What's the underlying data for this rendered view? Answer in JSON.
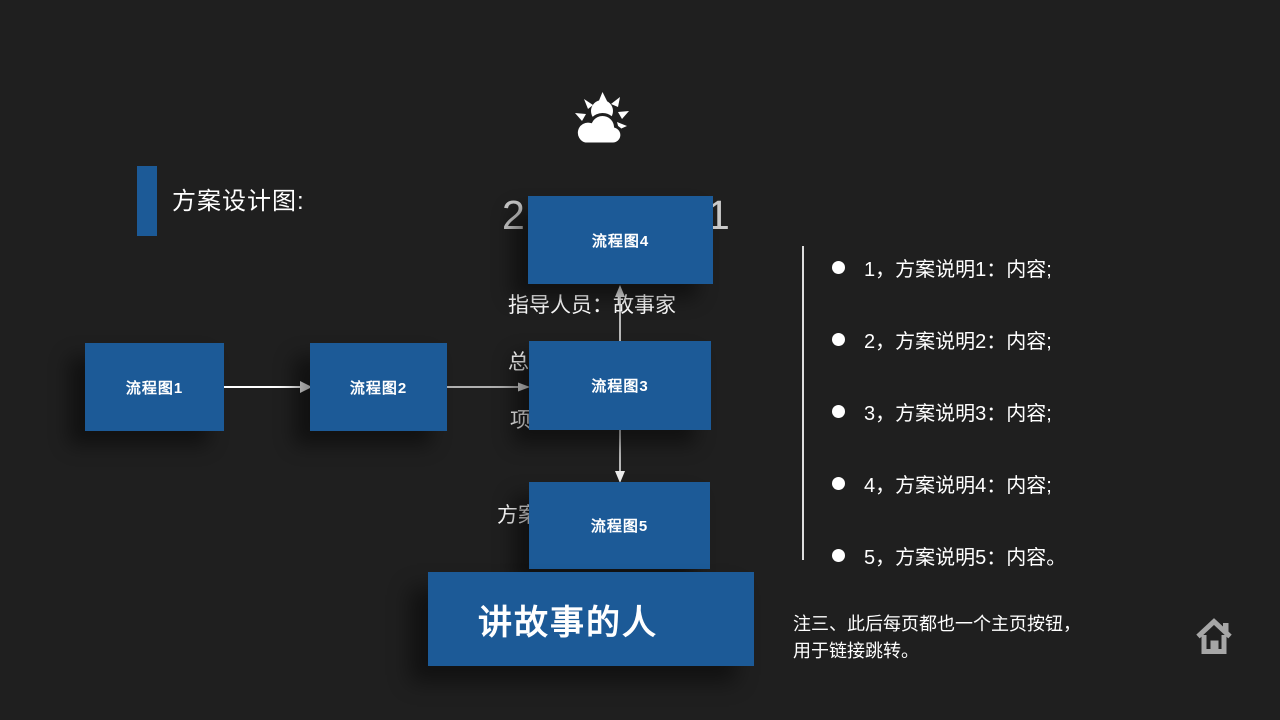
{
  "colors": {
    "background": "#1f1f1f",
    "accent": "#1c5a97",
    "title_gray": "#c9c9c9",
    "icon_gray": "#a6a6a6",
    "line_gray": "#dcdcdc"
  },
  "header": {
    "label": "方案设计图:"
  },
  "title": {
    "left_fragment": "2",
    "right_fragment": "1"
  },
  "icons": {
    "weather": "sun-behind-cloud-icon",
    "home": "home-icon",
    "bullet": "circle-bullet"
  },
  "flow": {
    "boxes": [
      {
        "label": "流程图1"
      },
      {
        "label": "流程图2"
      },
      {
        "label": "流程图3"
      },
      {
        "label": "流程图4"
      },
      {
        "label": "流程图5"
      }
    ],
    "connections": [
      "流程图1→流程图2",
      "流程图2→流程图3",
      "流程图3→流程图4",
      "流程图3→流程图5"
    ]
  },
  "occluded_lines": {
    "line1": "指导人员：故事家",
    "line2_fragment": "总",
    "line3_fragment": "项",
    "line4_fragment": "方案"
  },
  "banner": {
    "label": "讲故事的人"
  },
  "notes_list": {
    "items": [
      "1，方案说明1：内容;",
      "2，方案说明2：内容;",
      "3，方案说明3：内容;",
      "4，方案说明4：内容;",
      "5，方案说明5：内容。"
    ]
  },
  "footnote": {
    "line1": "注三、此后每页都也一个主页按钮，",
    "line2": "用于链接跳转。"
  }
}
